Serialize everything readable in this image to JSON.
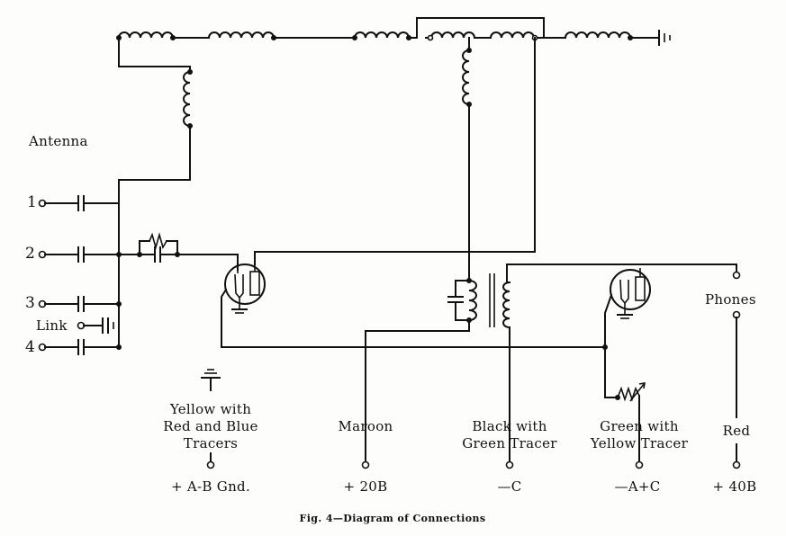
{
  "labels": {
    "antenna": "Antenna",
    "terminal_1": "1",
    "terminal_2": "2",
    "terminal_3": "3",
    "terminal_4": "4",
    "link": "Link",
    "phones": "Phones",
    "wire_yellow": "Yellow with\nRed and Blue\nTracers",
    "wire_maroon": "Maroon",
    "wire_black": "Black with\nGreen Tracer",
    "wire_green": "Green with\nYellow Tracer",
    "wire_red": "Red",
    "post_ab_gnd": "+ A-B Gnd.",
    "post_20b": "+ 20B",
    "post_minus_c": "—C",
    "post_a_c": "—A+C",
    "post_40b": "+ 40B"
  },
  "caption": "Fig. 4—Diagram of Connections"
}
